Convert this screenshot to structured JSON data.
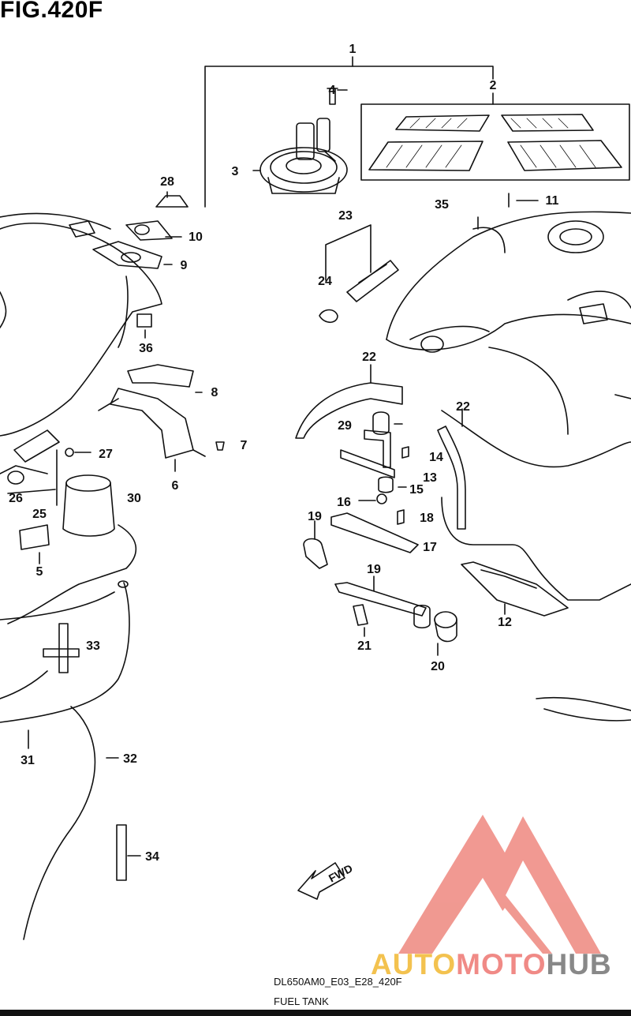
{
  "figure": {
    "title": "FIG.420F",
    "code": "DL650AM0_E03_E28_420F",
    "name": "FUEL TANK"
  },
  "direction_label": "FWD",
  "watermark": {
    "part1": "AUTO",
    "part2": "MOTO",
    "part3": "HUB",
    "colors": {
      "auto": "#f3c24f",
      "moto": "#f08a86",
      "hub": "#888888",
      "logo": "#ef8e86"
    }
  },
  "callouts": [
    {
      "label": "1"
    },
    {
      "label": "2"
    },
    {
      "label": "3"
    },
    {
      "label": "4"
    },
    {
      "label": "5"
    },
    {
      "label": "6"
    },
    {
      "label": "7"
    },
    {
      "label": "8"
    },
    {
      "label": "9"
    },
    {
      "label": "10"
    },
    {
      "label": "11"
    },
    {
      "label": "12"
    },
    {
      "label": "13"
    },
    {
      "label": "14"
    },
    {
      "label": "15"
    },
    {
      "label": "16"
    },
    {
      "label": "17"
    },
    {
      "label": "18"
    },
    {
      "label": "19"
    },
    {
      "label": "19"
    },
    {
      "label": "20"
    },
    {
      "label": "21"
    },
    {
      "label": "22"
    },
    {
      "label": "22"
    },
    {
      "label": "23"
    },
    {
      "label": "24"
    },
    {
      "label": "25"
    },
    {
      "label": "26"
    },
    {
      "label": "27"
    },
    {
      "label": "28"
    },
    {
      "label": "29"
    },
    {
      "label": "30"
    },
    {
      "label": "31"
    },
    {
      "label": "32"
    },
    {
      "label": "33"
    },
    {
      "label": "34"
    },
    {
      "label": "35"
    },
    {
      "label": "36"
    }
  ]
}
